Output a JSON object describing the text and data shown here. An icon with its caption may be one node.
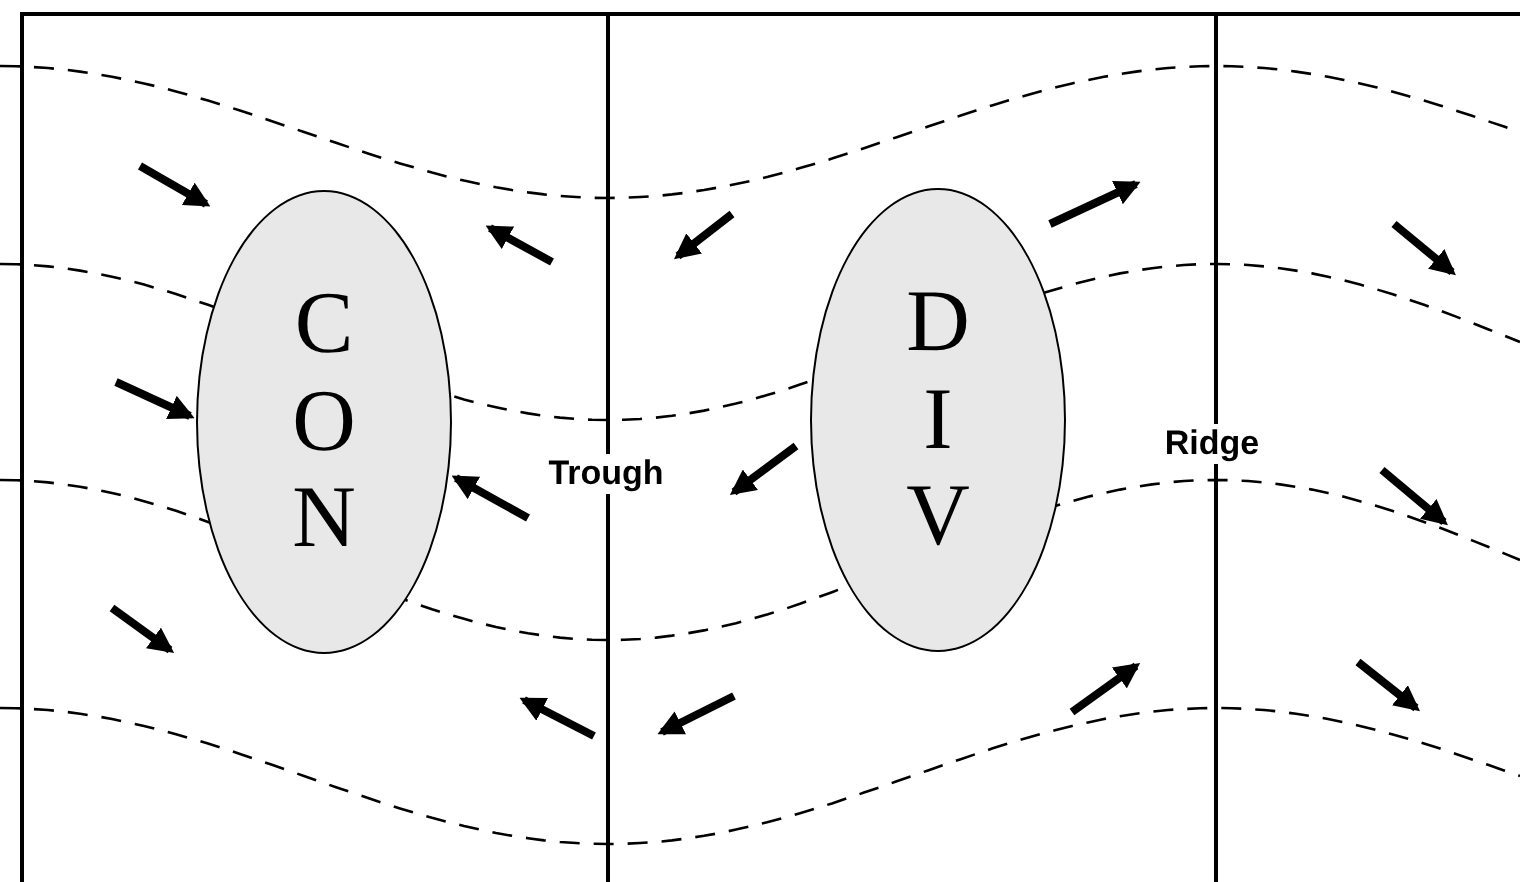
{
  "diagram": {
    "nodes": [
      {
        "text": [
          "CON"
        ]
      },
      {
        "text": [
          "DIV"
        ]
      }
    ],
    "labels": [
      "Trough",
      "Ridge"
    ]
  }
}
